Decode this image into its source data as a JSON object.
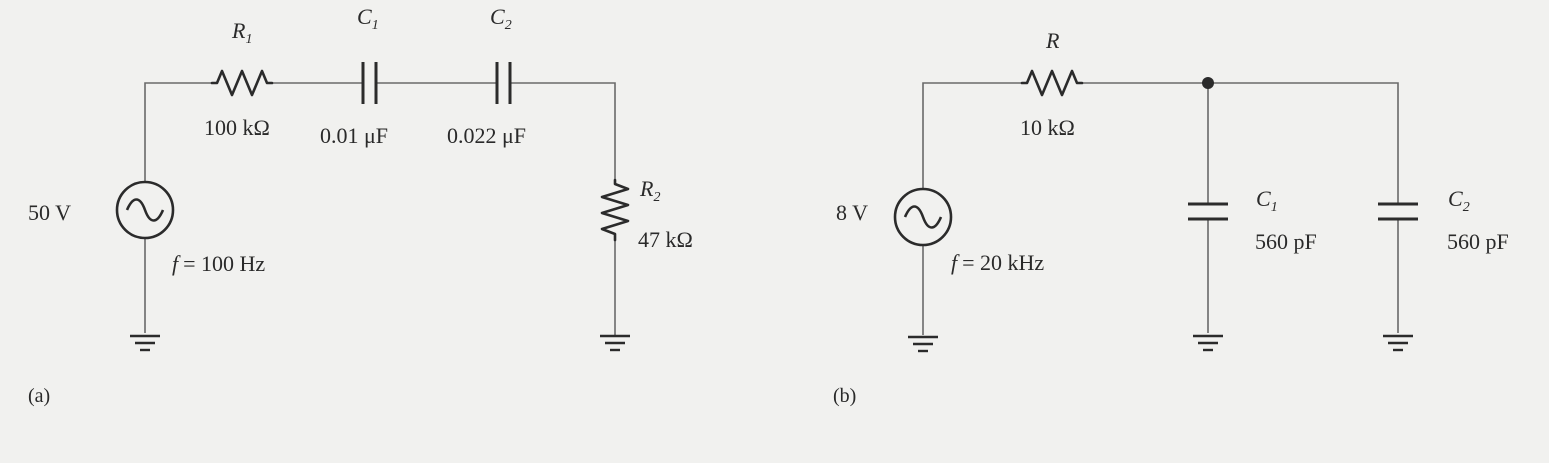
{
  "circuit_a": {
    "tag": "(a)",
    "source": {
      "voltage": "50 V",
      "freq_symbol": "f",
      "freq_value": "= 100 Hz"
    },
    "r1": {
      "sym": "R",
      "sub": "1",
      "value": "100 kΩ"
    },
    "c1": {
      "sym": "C",
      "sub": "1",
      "value": "0.01 μF"
    },
    "c2": {
      "sym": "C",
      "sub": "2",
      "value": "0.022 μF"
    },
    "r2": {
      "sym": "R",
      "sub": "2",
      "value": "47 kΩ"
    }
  },
  "circuit_b": {
    "tag": "(b)",
    "source": {
      "voltage": "8 V",
      "freq_symbol": "f",
      "freq_value": "= 20 kHz"
    },
    "r": {
      "sym": "R",
      "value": "10 kΩ"
    },
    "c1": {
      "sym": "C",
      "sub": "1",
      "value": "560 pF"
    },
    "c2": {
      "sym": "C",
      "sub": "2",
      "value": "560 pF"
    }
  }
}
